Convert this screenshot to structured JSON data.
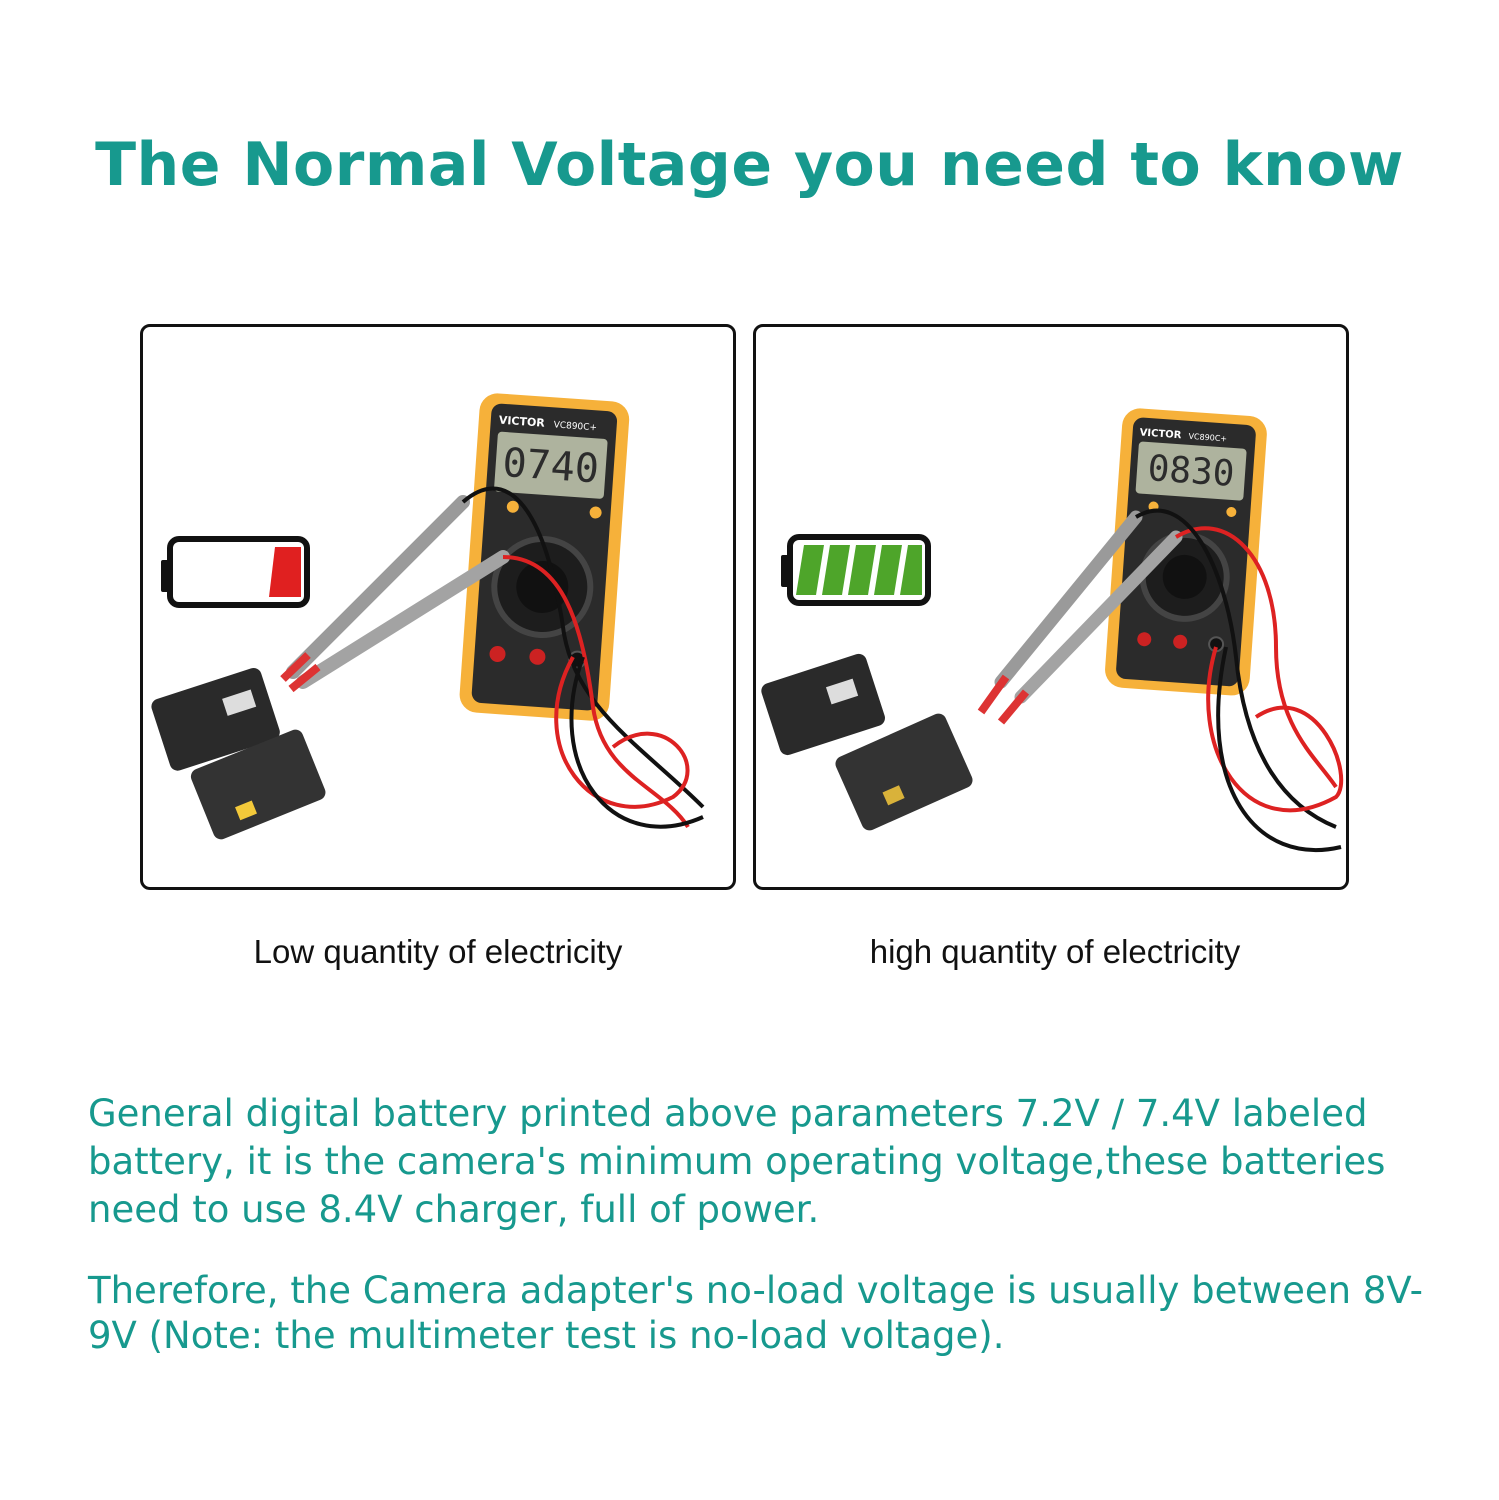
{
  "title": "The Normal Voltage you need to know",
  "panels": [
    {
      "caption": "Low quantity of electricity",
      "meter_brand": "VICTOR",
      "meter_model": "VC890C+",
      "meter_reading": "0740",
      "battery_level": 0.15,
      "battery_color": "#e02020"
    },
    {
      "caption": "high quantity of electricity",
      "meter_brand": "VICTOR",
      "meter_model": "VC890C+",
      "meter_reading": "0830",
      "battery_level": 1.0,
      "battery_color": "#4ea52a"
    }
  ],
  "paragraphs": [
    "General digital battery printed above parameters 7.2V / 7.4V labeled battery, it is the camera's minimum operating voltage,these batteries need to use 8.4V charger, full of power.",
    "Therefore, the Camera adapter's no-load voltage is usually between 8V-9V (Note: the multimeter test is no-load voltage)."
  ],
  "colors": {
    "accent": "#17998e",
    "meter_body": "#f6b13a"
  }
}
